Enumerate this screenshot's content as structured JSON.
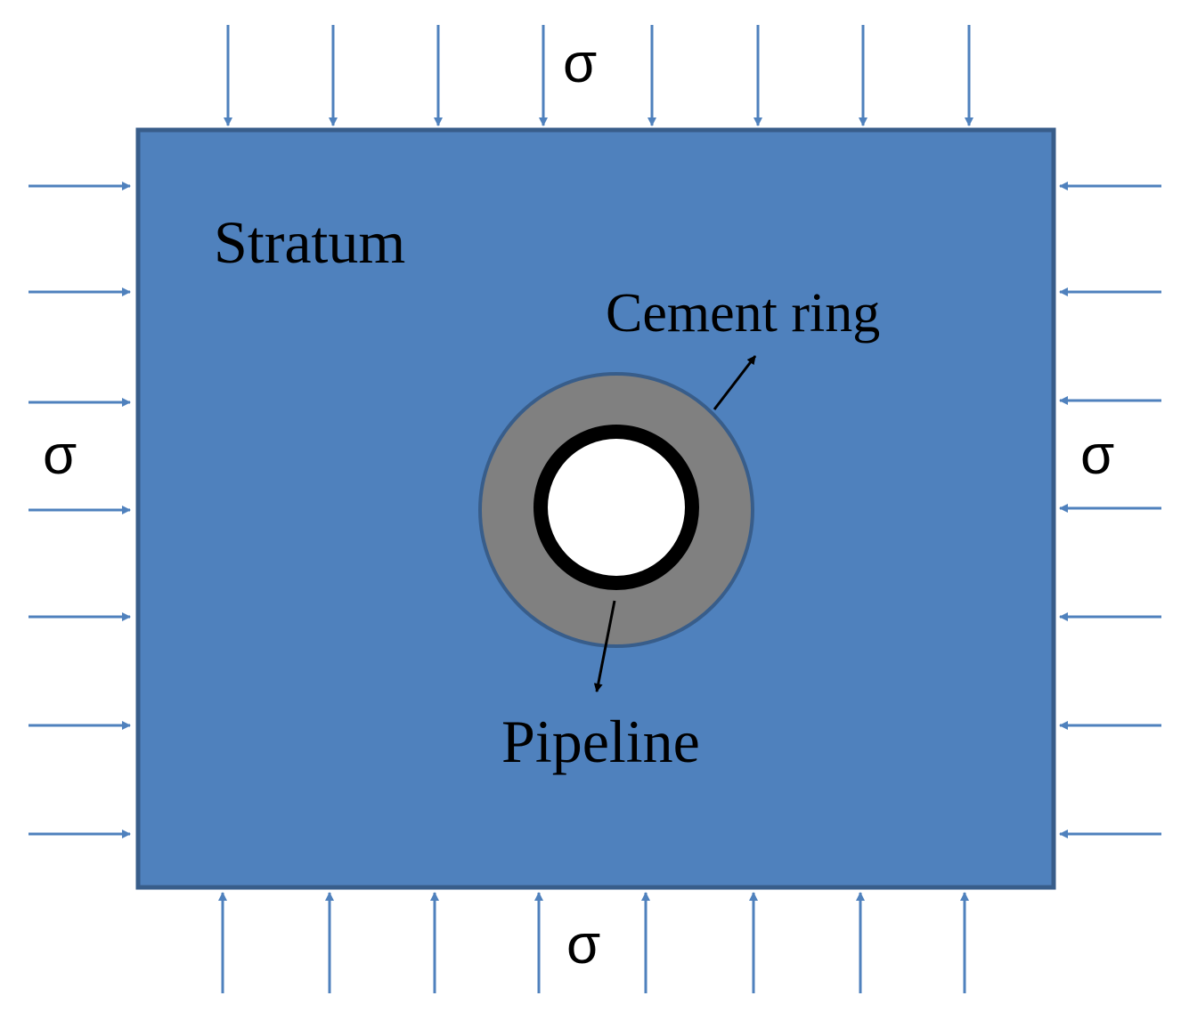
{
  "labels": {
    "stratum": "Stratum",
    "cement_ring": "Cement ring",
    "pipeline": "Pipeline",
    "sigma_top": "σ",
    "sigma_bottom": "σ",
    "sigma_left": "σ",
    "sigma_right": "σ"
  },
  "colors": {
    "stratum_fill": "#4f81bd",
    "stratum_border": "#385d8a",
    "cement_fill": "#808080",
    "pipe_wall": "#000000",
    "pipe_bore": "#ffffff",
    "load_arrow": "#4f81bd",
    "pointer_arrow": "#000000"
  },
  "loads": {
    "top_count": 8,
    "bottom_count": 8,
    "left_count": 7,
    "right_count": 7
  }
}
